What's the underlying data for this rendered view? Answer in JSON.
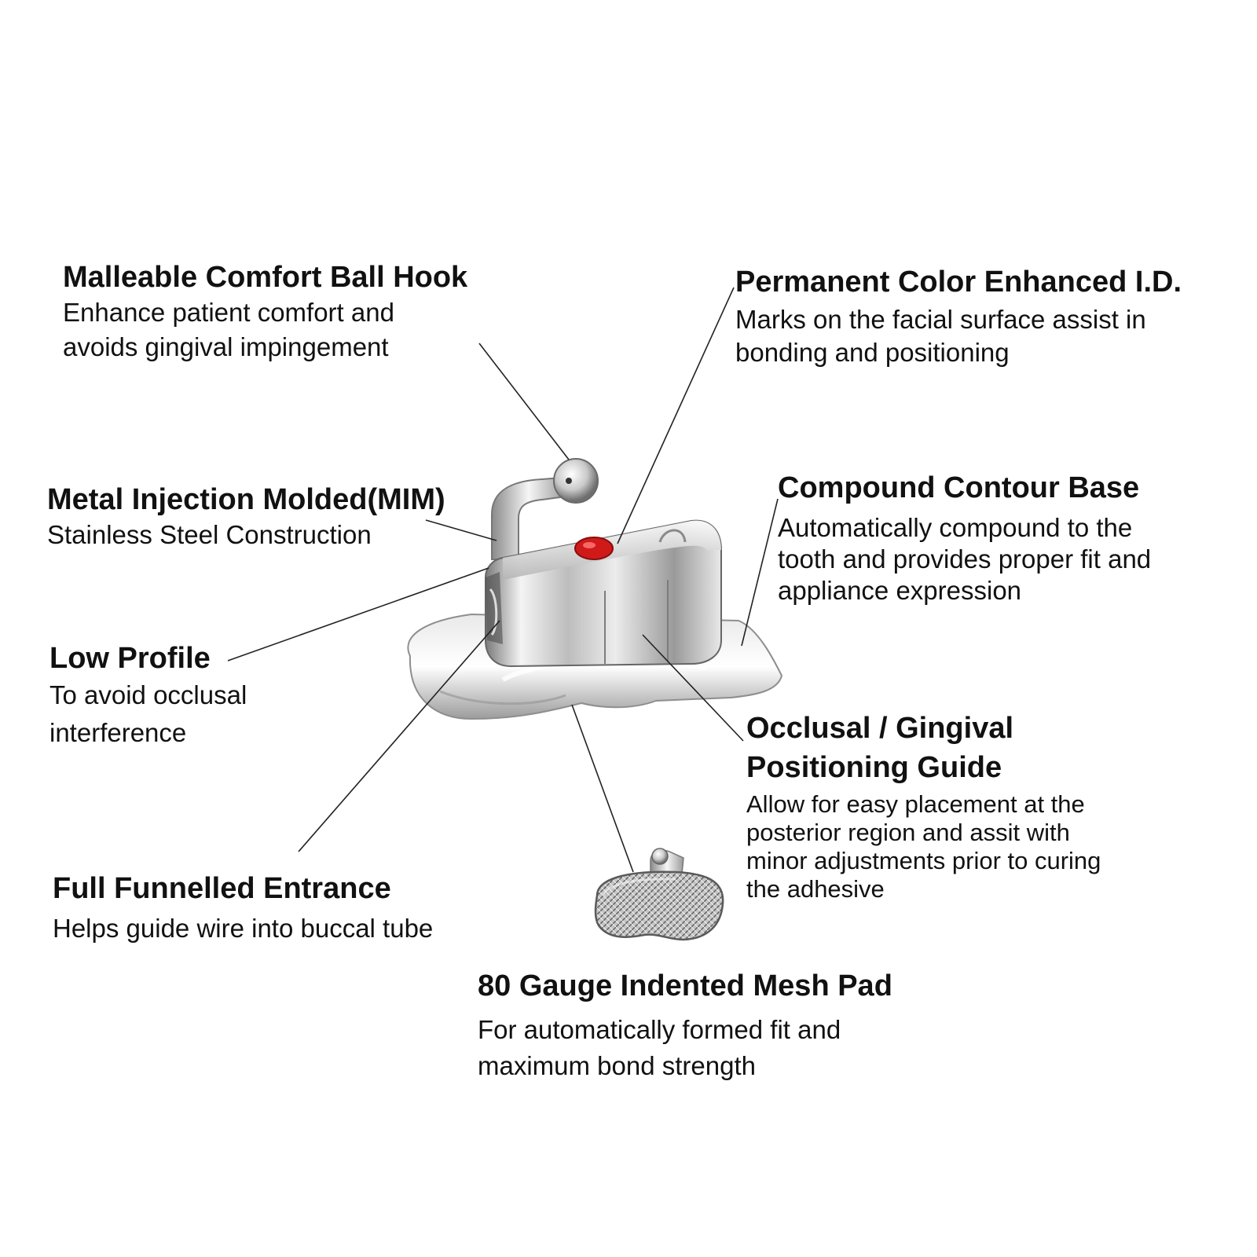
{
  "callouts": {
    "hook": {
      "title": "Malleable Comfort Ball Hook",
      "lines": [
        "Enhance patient comfort and",
        "avoids gingival impingement"
      ]
    },
    "mim": {
      "title": "Metal Injection Molded(MIM)",
      "lines": [
        "Stainless Steel Construction"
      ]
    },
    "low_profile": {
      "title": "Low Profile",
      "lines": [
        "To avoid occlusal",
        "interference"
      ]
    },
    "funnel": {
      "title": "Full Funnelled Entrance",
      "lines": [
        "Helps guide wire into buccal tube"
      ]
    },
    "color_id": {
      "title": "Permanent Color Enhanced I.D.",
      "lines": [
        "Marks on the facial surface assist in",
        "bonding and positioning"
      ]
    },
    "contour": {
      "title": "Compound Contour Base",
      "lines": [
        "Automatically compound to the",
        "tooth and provides proper fit and",
        "appliance expression"
      ]
    },
    "guide": {
      "title_lines": [
        "Occlusal / Gingival",
        "Positioning Guide"
      ],
      "lines": [
        "Allow for easy placement at the",
        "posterior region and assit with",
        "minor adjustments prior to curing",
        "the adhesive"
      ]
    },
    "mesh": {
      "title": "80 Gauge Indented Mesh Pad",
      "lines": [
        "For automatically formed fit and",
        "maximum bond strength"
      ]
    }
  },
  "colors": {
    "text": "#111111",
    "leader_line": "#222222",
    "metal_light": "#f2f2f2",
    "metal_mid": "#b8b8b8",
    "metal_dark": "#6a6a6a",
    "id_mark": "#d01a1a"
  }
}
